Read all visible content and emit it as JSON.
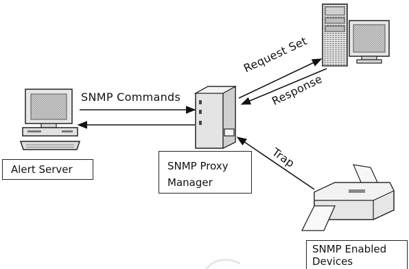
{
  "labels": {
    "snmp_commands": "SNMP Commands",
    "request_set": "Request Set",
    "response": "Response",
    "trap": "Trap"
  },
  "nodes": {
    "alert_server": {
      "label": "Alert Server"
    },
    "proxy_manager": {
      "line1": "SNMP Proxy",
      "line2": "Manager"
    },
    "enabled_devices": {
      "line1": "SNMP Enabled",
      "line2": "Devices"
    }
  }
}
